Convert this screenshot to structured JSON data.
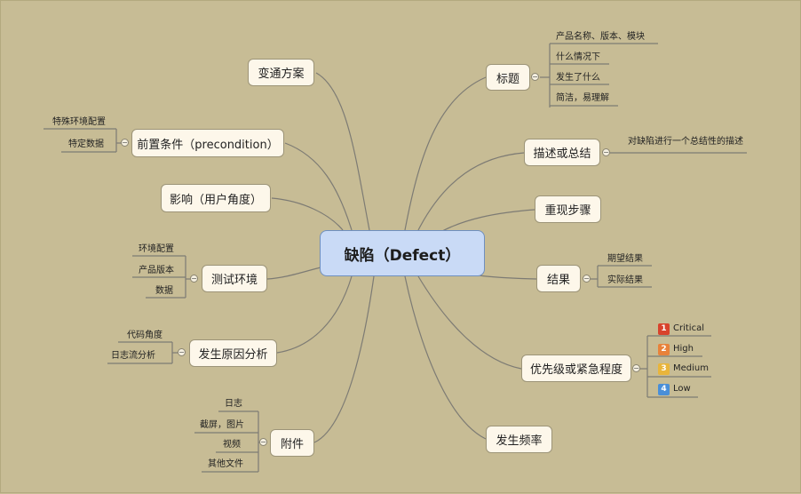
{
  "central": "缺陷（Defect）",
  "topics": {
    "biaoti": "标题",
    "miaoshu": "描述或总结",
    "chongxian": "重现步骤",
    "jieguo": "结果",
    "youxianji": "优先级或紧急程度",
    "pinlv": "发生频率",
    "bianton": "变通方案",
    "qianzhi": "前置条件（precondition）",
    "yingxiang": "影响（用户角度）",
    "ceshi": "测试环境",
    "yuanyin": "发生原因分析",
    "fujian": "附件"
  },
  "subs": {
    "biaoti": [
      "产品名称、版本、模块",
      "什么情况下",
      "发生了什么",
      "简洁，易理解"
    ],
    "miaoshu": [
      "对缺陷进行一个总结性的描述"
    ],
    "jieguo": [
      "期望结果",
      "实际结果"
    ],
    "qianzhi": [
      "特殊环境配置",
      "特定数据"
    ],
    "ceshi": [
      "环境配置",
      "产品版本",
      "数据"
    ],
    "yuanyin": [
      "代码角度",
      "日志流分析"
    ],
    "fujian": [
      "日志",
      "截屏，图片",
      "视频",
      "其他文件"
    ]
  },
  "priority": [
    {
      "num": "1",
      "label": "Critical",
      "color": "#d8432c"
    },
    {
      "num": "2",
      "label": "High",
      "color": "#e8823a"
    },
    {
      "num": "3",
      "label": "Medium",
      "color": "#e9b53b"
    },
    {
      "num": "4",
      "label": "Low",
      "color": "#4a8fd8"
    }
  ],
  "colors": {
    "background": "#c7bc95",
    "central_fill": "#c9daf6",
    "topic_fill": "#fdf7ea",
    "connector": "#7a7a7a"
  }
}
